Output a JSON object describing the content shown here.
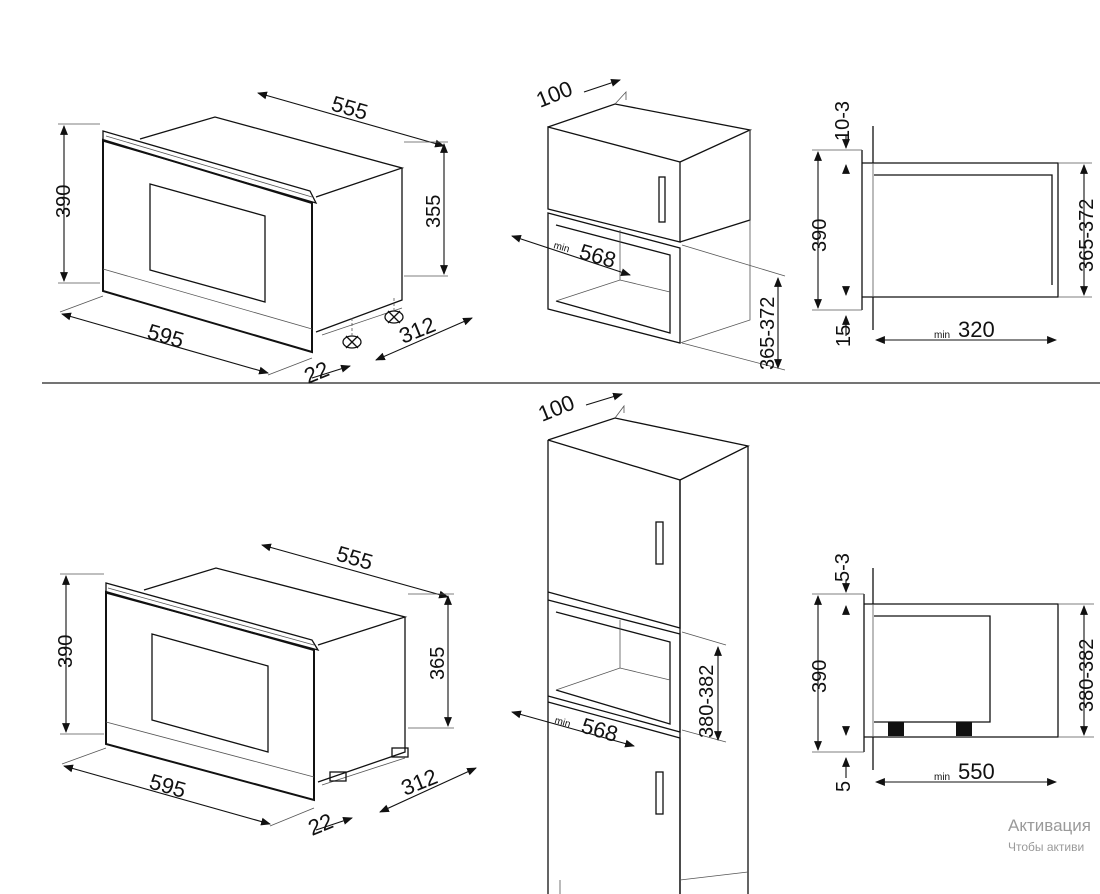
{
  "diagram": {
    "top": {
      "oven_view": {
        "width": "595",
        "depth": "555",
        "height": "390",
        "body_height": "355",
        "side": "312",
        "panel": "22"
      },
      "cabinet_view": {
        "top_gap": "100",
        "min_label": "min",
        "min_depth": "568",
        "niche": "365-372"
      },
      "section_view": {
        "top_gap": "10-3",
        "height": "390",
        "niche": "365-372",
        "bottom": "15",
        "min_label": "min",
        "min_depth": "320"
      }
    },
    "bottom": {
      "oven_view": {
        "width": "595",
        "depth": "555",
        "height": "390",
        "body_height": "365",
        "side": "312",
        "panel": "22"
      },
      "cabinet_view": {
        "top_gap": "100",
        "min_label": "min",
        "min_depth": "568",
        "niche": "380-382"
      },
      "section_view": {
        "top_gap": "5-3",
        "height": "390",
        "niche": "380-382",
        "bottom": "5",
        "min_label": "min",
        "min_depth": "550"
      }
    }
  },
  "watermark": {
    "line1": "Активация",
    "line2": "Чтобы активи"
  }
}
